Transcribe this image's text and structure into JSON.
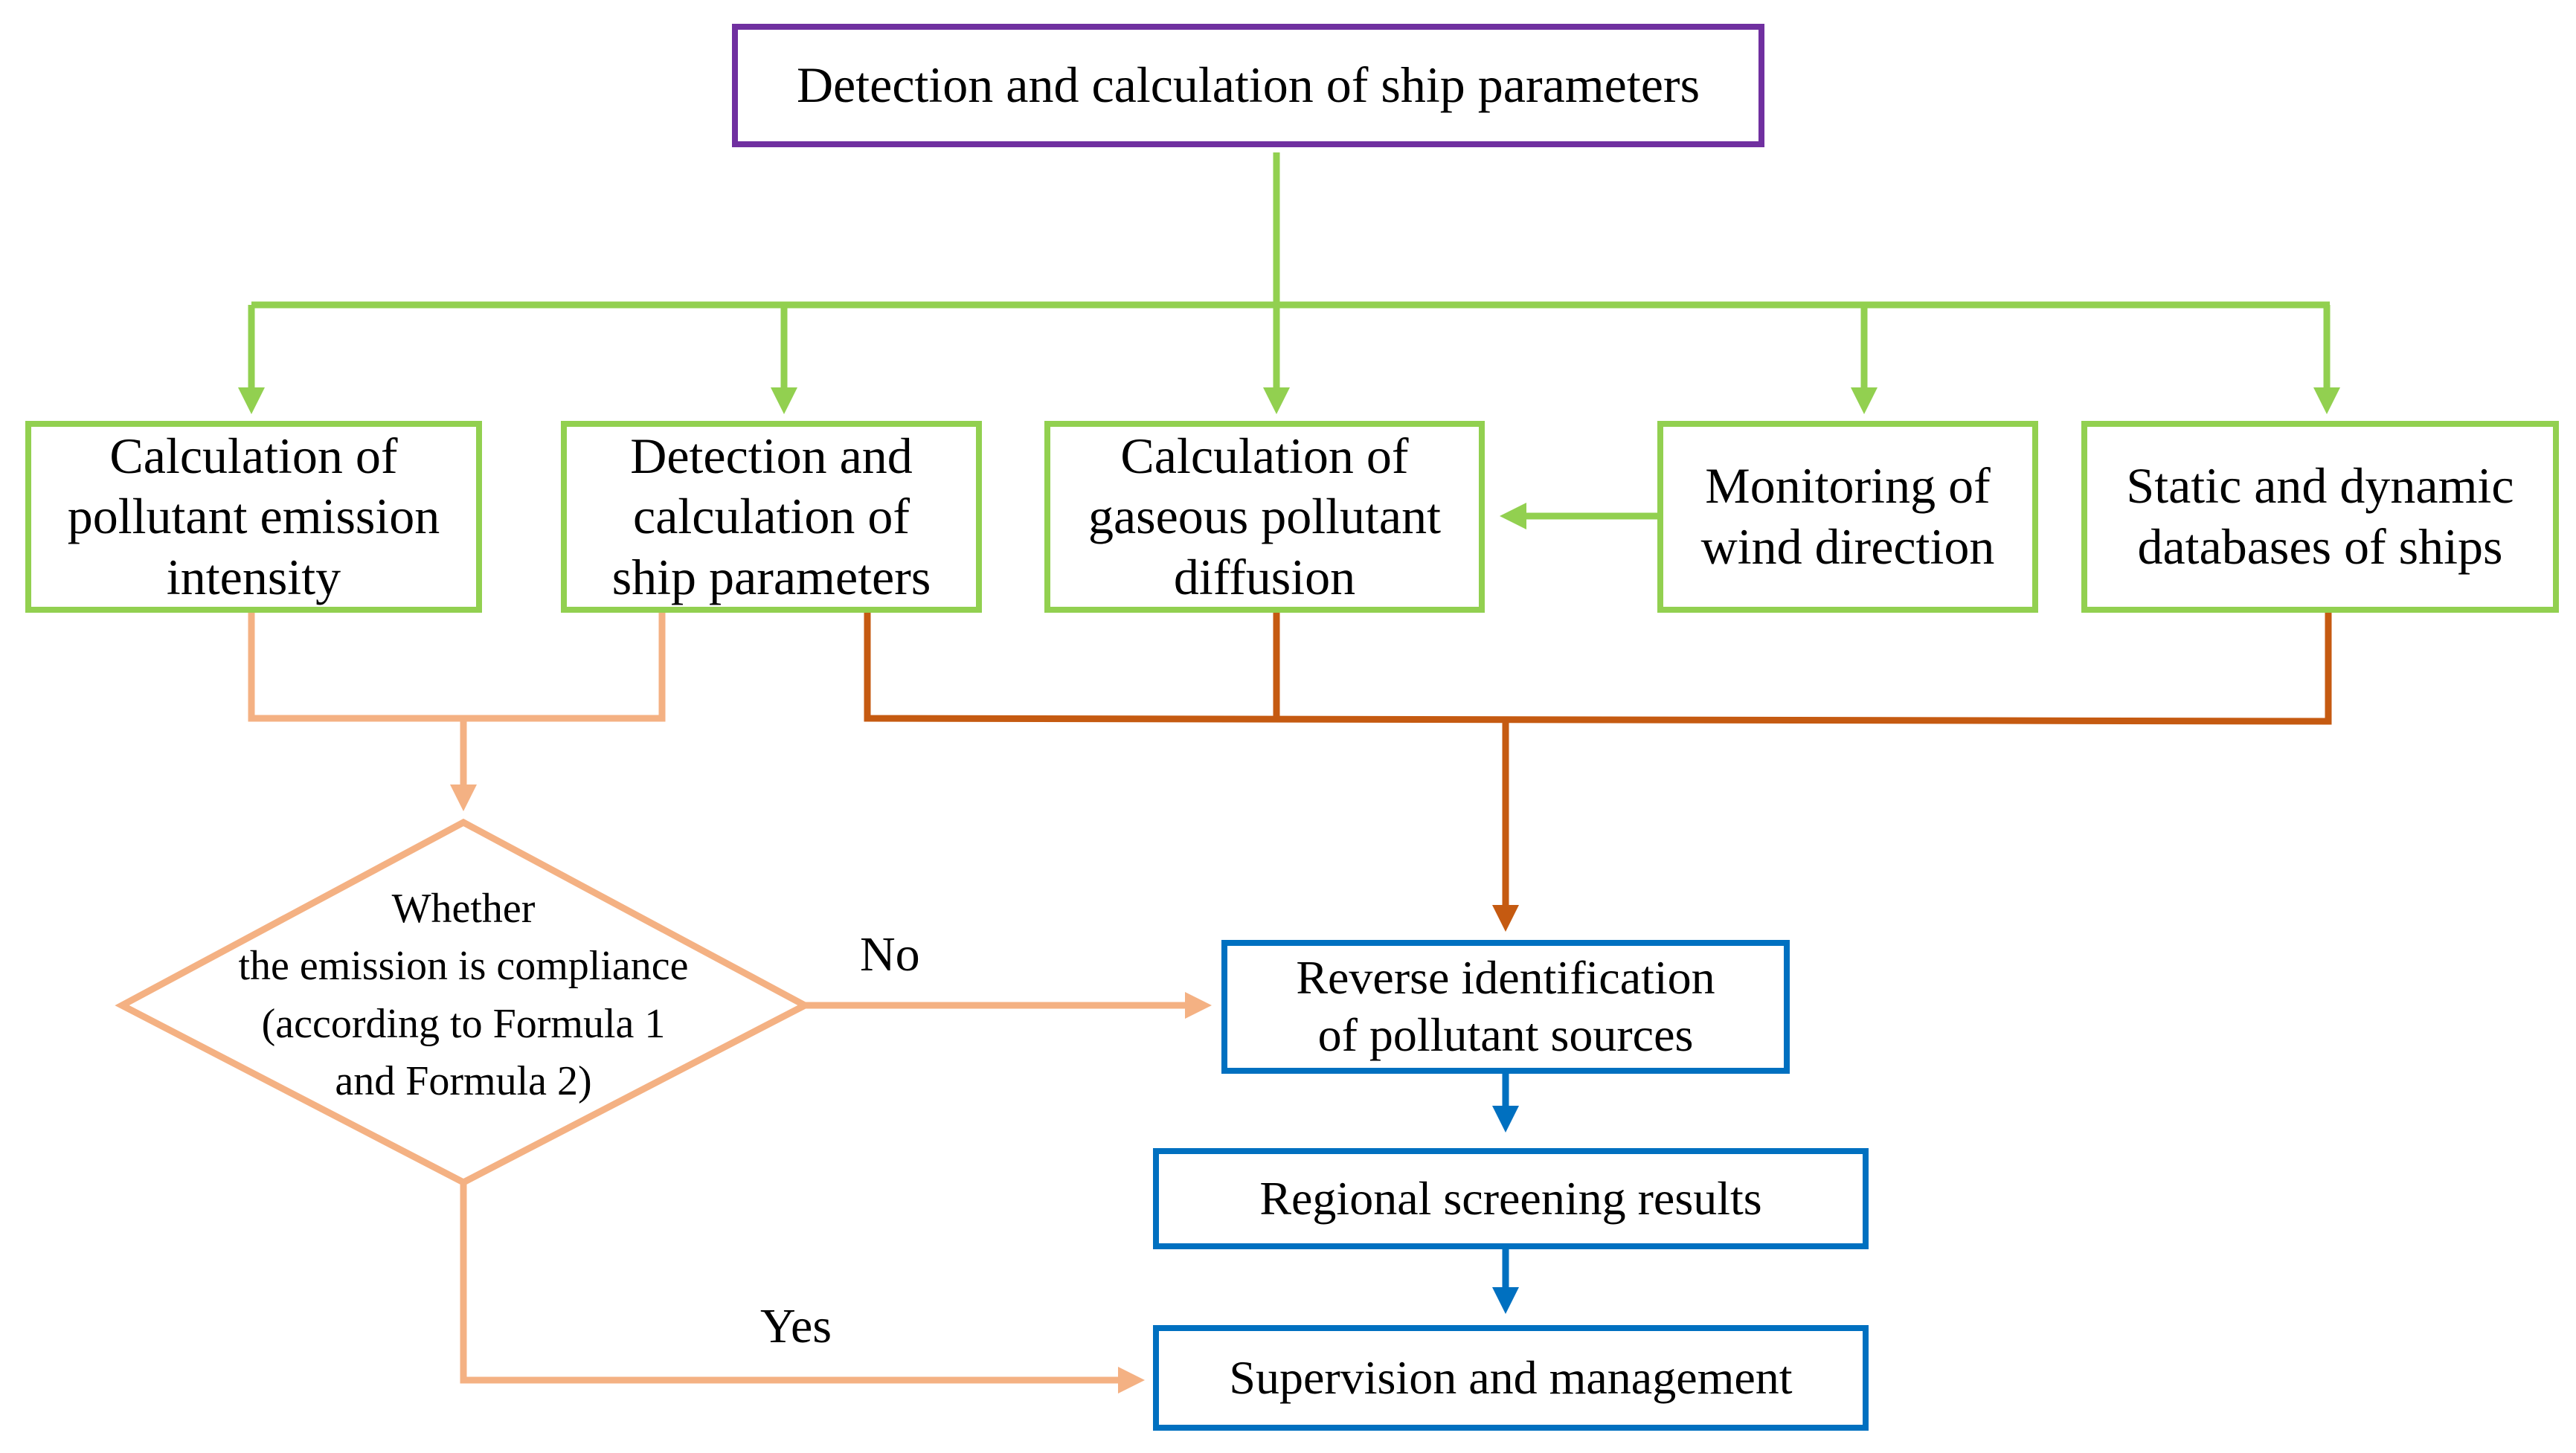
{
  "nodes": {
    "top": "Detection and calculation of ship parameters",
    "emission_intensity": "Calculation of\npollutant emission\nintensity",
    "ship_params": "Detection and\ncalculation of\nship parameters",
    "diffusion": "Calculation of\ngaseous pollutant\ndiffusion",
    "wind": "Monitoring of\nwind direction",
    "databases": "Static and dynamic\ndatabases of ships",
    "decision": "Whether\nthe emission is compliance\n(according to Formula 1\nand Formula 2)",
    "reverse": "Reverse identification\nof pollutant sources",
    "regional": "Regional screening results",
    "supervision": "Supervision and management"
  },
  "edge_labels": {
    "no": "No",
    "yes": "Yes"
  },
  "colors": {
    "purple_border": "#7030a0",
    "green": "#92d050",
    "light_orange": "#f4b183",
    "dark_orange": "#c55a11",
    "blue": "#0070c0"
  }
}
